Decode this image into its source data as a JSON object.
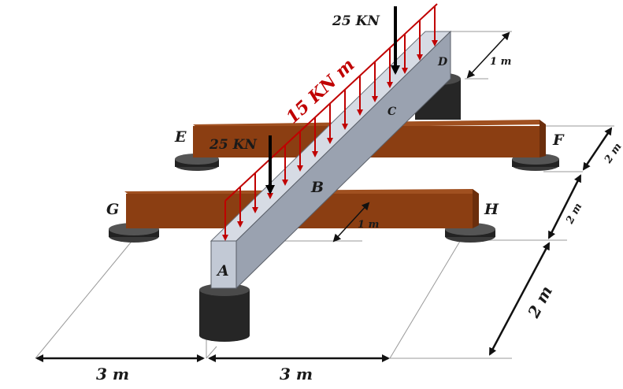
{
  "loads": {
    "distributed": "15 KN m",
    "point_at_d": "25 KN",
    "point_at_b": "25 KN"
  },
  "points": {
    "a": "A",
    "b": "B",
    "c": "C",
    "d": "D",
    "e": "E",
    "f": "F",
    "g": "G",
    "h": "H"
  },
  "dimensions": {
    "bottom_left": "3 m",
    "bottom_right": "3 m",
    "right_lower": "2 m",
    "right_middle": "2 m",
    "right_upper": "2 m",
    "top_offset": "1 m",
    "mid_offset": "1 m"
  },
  "colors": {
    "load": "#c00000",
    "beam_main": "#b9c0cc",
    "beam_wood": "#8b3e12",
    "support": "#2b2b2b"
  }
}
